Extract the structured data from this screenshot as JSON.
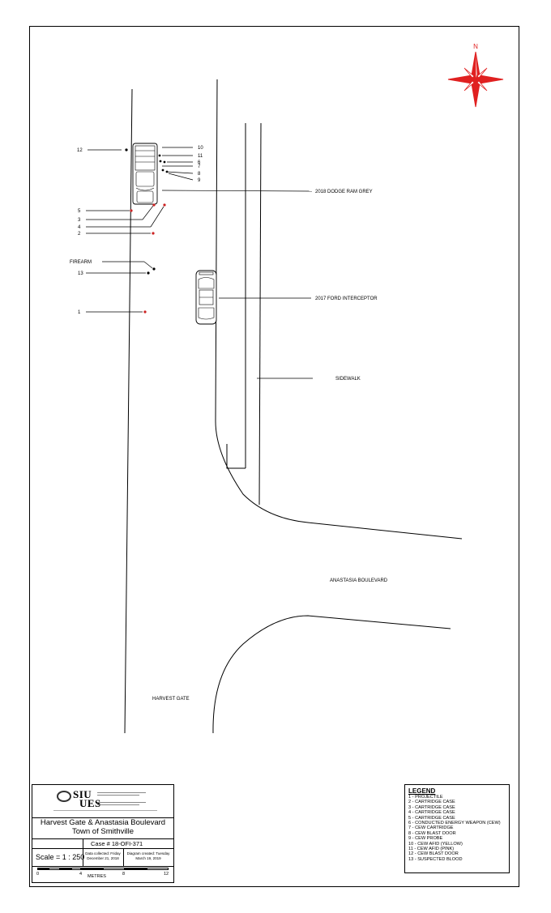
{
  "compass": {
    "north_label": "N",
    "color": "#e02020"
  },
  "labels": {
    "pickup": "2018 DODGE RAM GREY",
    "cruiser": "2017 FORD INTERCEPTOR",
    "sidewalk": "SIDEWALK",
    "road_east": "ANASTASIA BOULEVARD",
    "road_south": "HARVEST GATE",
    "firearm": "FIREARM"
  },
  "markers": {
    "m12": "12",
    "m10": "10",
    "m11": "11",
    "m6": "6",
    "m7": "7",
    "m8": "8",
    "m9": "9",
    "m5": "5",
    "m3": "3",
    "m4": "4",
    "m2": "2",
    "m13": "13",
    "m1": "1"
  },
  "marker_colors": {
    "evidence_red": "#cc2222",
    "evidence_black": "#000000"
  },
  "title_block": {
    "logo_top": "SIU",
    "logo_bottom": "UES",
    "title_line1": "Harvest Gate & Anastasia Boulevard",
    "title_line2": "Town of Smithville",
    "case": "Case # 18-OFI-371",
    "scale": "Scale = 1 : 250",
    "date_collected": "Data collected: Friday December 21, 2018",
    "date_created": "Diagram created: Tuesday March 19, 2019",
    "scale_unit": "METRES",
    "scale_ticks": [
      "0",
      "4",
      "8",
      "12"
    ]
  },
  "legend": {
    "title": "LEGEND",
    "items": [
      "1 - PROJECTILE",
      "2 - CARTRIDGE CASE",
      "3 - CARTRIDGE CASE",
      "4 - CARTRIDGE CASE",
      "5 - CARTRIDGE CASE",
      "6 - CONDUCTED ENERGY WEAPON (CEW)",
      "7 - CEW CARTRIDGE",
      "8 - CEW BLAST DOOR",
      "9 - CEW PROBE",
      "10 - CEW AFID (YELLOW)",
      "11 - CEW AFID (PINK)",
      "12 - CEW BLAST DOOR",
      "13 - SUSPECTED BLOOD"
    ]
  }
}
